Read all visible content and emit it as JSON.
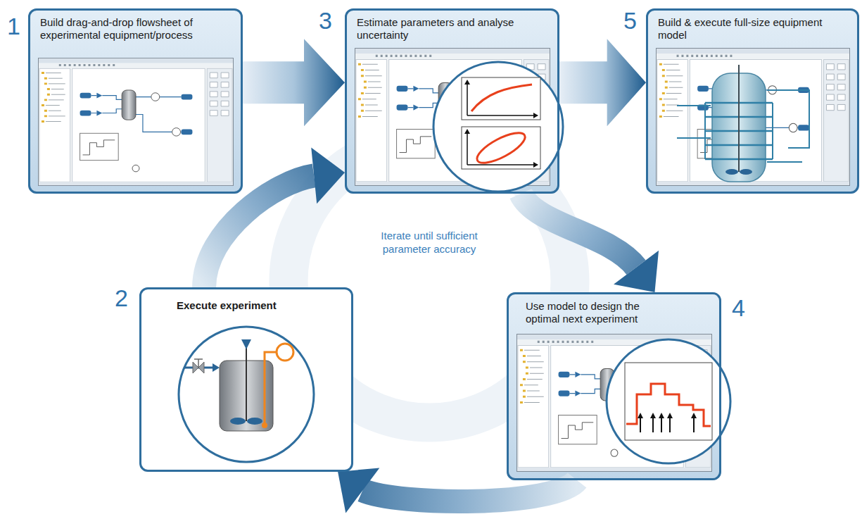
{
  "diagram": {
    "nodes": [
      {
        "text": [
          "Build drag-and-drop flowsheet of experimental equipment/process"
        ]
      },
      {
        "text": [
          "Execute experiment"
        ]
      },
      {
        "text": [
          "Estimate parameters and analyse uncertainty"
        ]
      },
      {
        "text": [
          "Use model to design the optimal next experiment"
        ]
      },
      {
        "text": [
          "Build & execute full-size equipment model"
        ]
      }
    ],
    "edges": [
      {
        "from": 0,
        "to": 2,
        "arrow": "to"
      },
      {
        "from": 2,
        "to": 4,
        "arrow": "to"
      },
      {
        "from": 2,
        "to": 3,
        "arrow": "to"
      },
      {
        "from": 3,
        "to": 1,
        "arrow": "to"
      },
      {
        "from": 1,
        "to": 2,
        "arrow": "to"
      }
    ],
    "labels": [
      "1",
      "2",
      "3",
      "4",
      "5",
      "Iterate until sufficient parameter accuracy"
    ]
  }
}
